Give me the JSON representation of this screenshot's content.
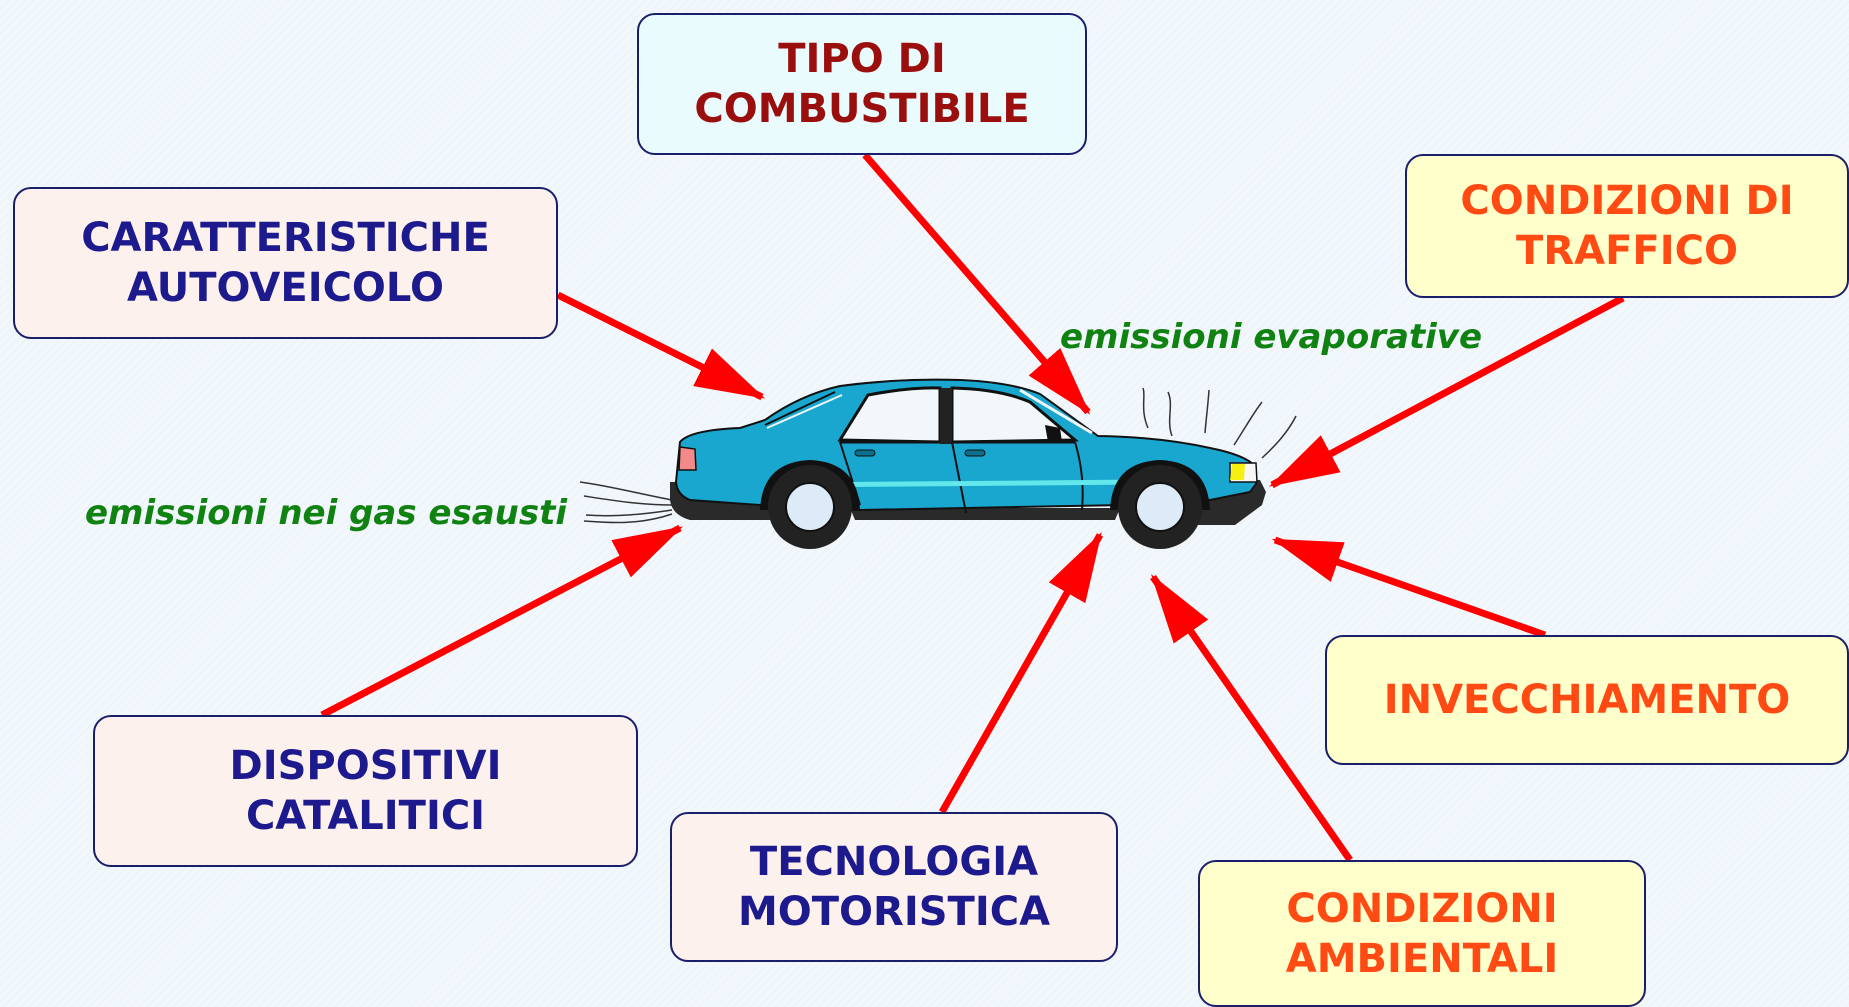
{
  "boxes": {
    "tipo_combustibile": [
      "TIPO DI",
      "COMBUSTIBILE"
    ],
    "caratteristiche_autoveicolo": [
      "CARATTERISTICHE",
      "AUTOVEICOLO"
    ],
    "condizioni_traffico": [
      "CONDIZIONI DI",
      "TRAFFICO"
    ],
    "dispositivi_catalitici": [
      "DISPOSITIVI",
      "CATALITICI"
    ],
    "tecnologia_motoristica": [
      "TECNOLOGIA",
      "MOTORISTICA"
    ],
    "invecchiamento": [
      "INVECCHIAMENTO"
    ],
    "condizioni_ambientali": [
      "CONDIZIONI",
      "AMBIENTALI"
    ]
  },
  "labels": {
    "evaporative": "emissioni evaporative",
    "exhaust": "emissioni nei gas esausti"
  },
  "colors": {
    "arrow": "#ff0000",
    "pink_box": "#fdf1ee",
    "cyan_box": "#eafbfd",
    "yellow_box": "#ffffcc",
    "navy_text": "#1c1a8c",
    "darkred_text": "#9b0e0e",
    "orange_text": "#ff4a14",
    "green_text": "#0f8212",
    "car_body": "#1aa7cf"
  }
}
